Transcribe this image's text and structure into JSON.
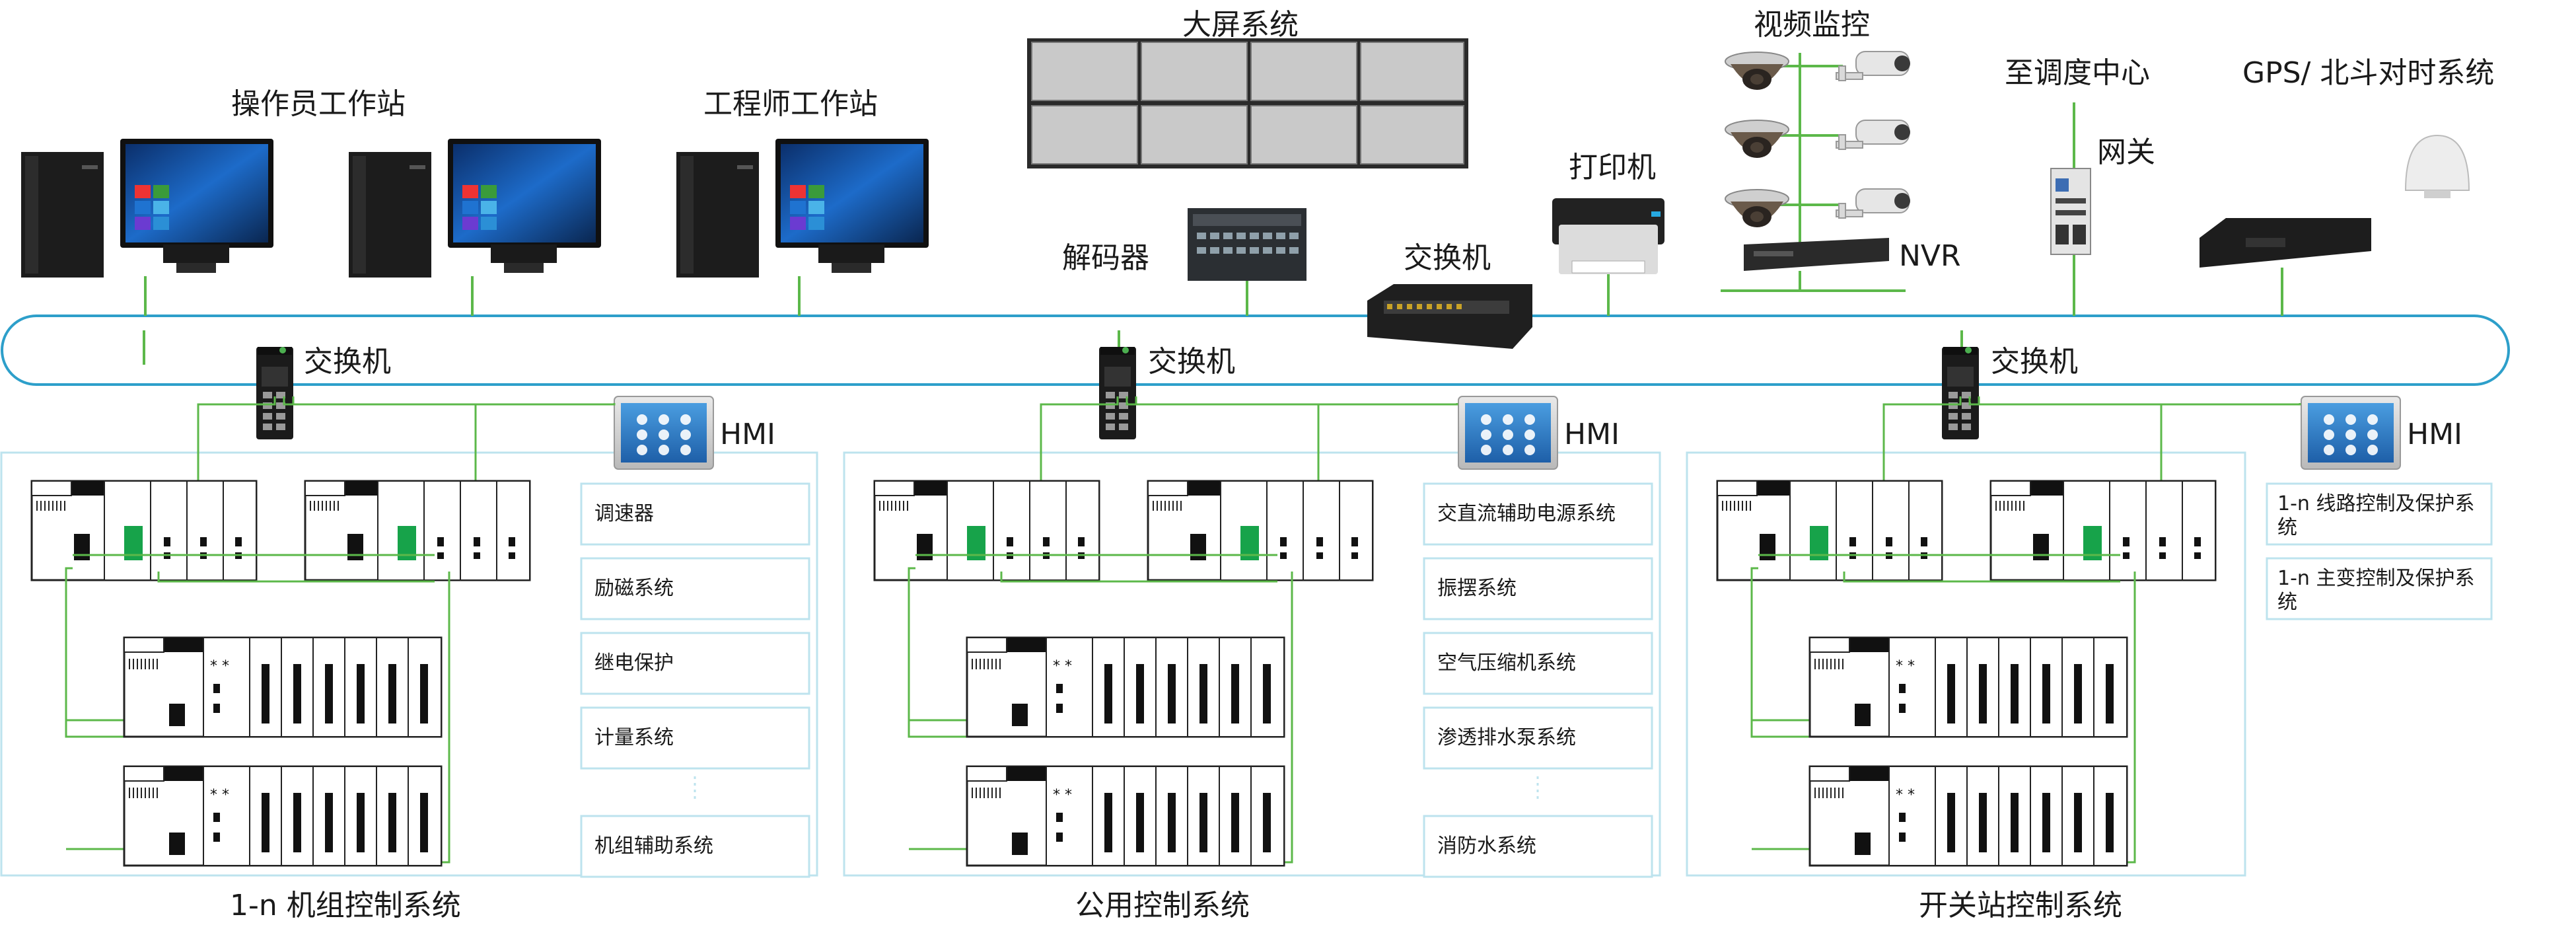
{
  "top": {
    "operator_ws": "操作员工作站",
    "engineer_ws": "工程师工作站",
    "big_screen": "大屏系统",
    "decoder": "解码器",
    "core_switch": "交换机",
    "printer": "打印机",
    "video": "视频监控",
    "nvr": "NVR",
    "dispatch": "至调度中心",
    "gateway": "网关",
    "gps": "GPS/ 北斗对时系统"
  },
  "zones": [
    {
      "switch_label": "交换机",
      "hmi_label": "HMI",
      "title": "1-n 机组控制系统",
      "subsystems": [
        "调速器",
        "励磁系统",
        "继电保护",
        "计量系统",
        "机组辅助系统"
      ]
    },
    {
      "switch_label": "交换机",
      "hmi_label": "HMI",
      "title": "公用控制系统",
      "subsystems": [
        "交直流辅助电源系统",
        "振摆系统",
        "空气压缩机系统",
        "渗透排水泵系统",
        "消防水系统"
      ]
    },
    {
      "switch_label": "交换机",
      "hmi_label": "HMI",
      "title": "开关站控制系统",
      "subsystems": [
        [
          "1-n  线路控制及保护系",
          "统"
        ],
        [
          "1-n  主变控制及保护系",
          "统"
        ]
      ]
    }
  ],
  "colors": {
    "ring": "#2d9fca",
    "green_line": "#5cb84a",
    "panel_border": "#bde3ee",
    "device_dark": "#1d1d1d",
    "led_green": "#17a34a"
  },
  "icons": [
    "desktop-computer-icon",
    "video-wall-icon",
    "decoder-icon",
    "switch-icon",
    "printer-icon",
    "dome-camera-icon",
    "bullet-camera-icon",
    "nvr-icon",
    "gateway-icon",
    "gps-antenna-icon",
    "gps-receiver-icon",
    "industrial-switch-icon",
    "hmi-panel-icon",
    "plc-rack-icon"
  ]
}
